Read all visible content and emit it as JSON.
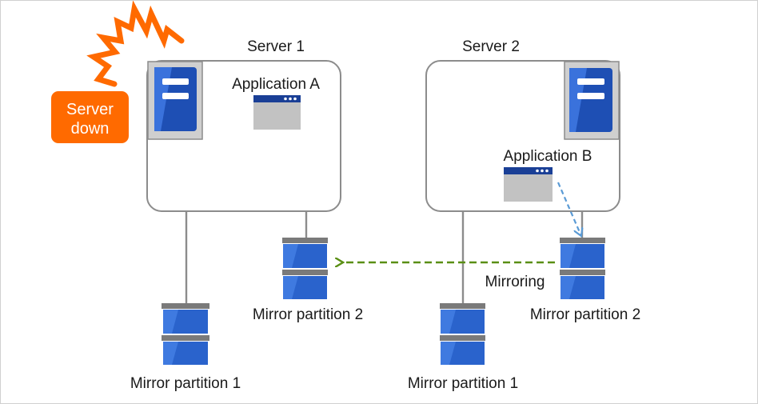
{
  "servers": [
    {
      "label": "Server 1",
      "app": "Application A"
    },
    {
      "label": "Server 2",
      "app": "Application B"
    }
  ],
  "alert": {
    "line1": "Server",
    "line2": "down"
  },
  "partitions": {
    "s1_p1": "Mirror partition 1",
    "s1_p2": "Mirror partition 2",
    "s2_p1": "Mirror partition 1",
    "s2_p2": "Mirror partition 2"
  },
  "mirroring": "Mirroring",
  "colors": {
    "server_blue": "#1e4fb4",
    "disk_blue": "#2a63cc",
    "alert_orange": "#ff6a00",
    "mirror_arrow": "#5a8f14",
    "access_arrow": "#5b9bd5",
    "line_gray": "#8c8c8c"
  }
}
